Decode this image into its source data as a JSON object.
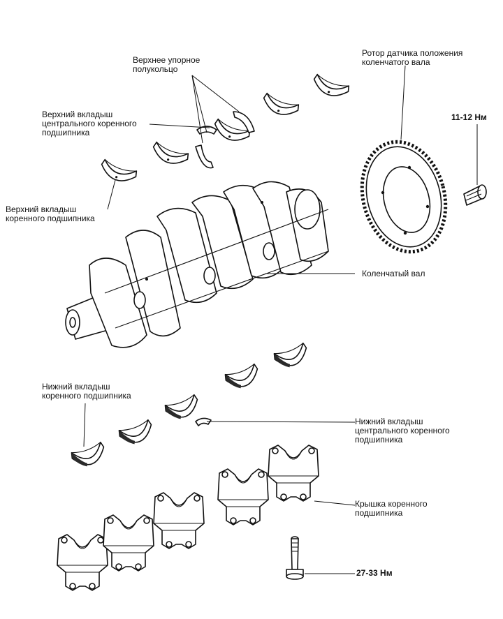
{
  "labels": {
    "upper_thrust_half_ring": "Верхнее упорное\nполукольцо",
    "crank_sensor_rotor": "Ротор датчика положения\nколенчатого вала",
    "upper_center_bearing_shell": "Верхний вкладыш\nцентрального коренного\nподшипника",
    "torque_bolt_rotor": "11-12 Нм",
    "upper_main_bearing_shell": "Верхний вкладыш\nкоренного подшипника",
    "crankshaft": "Коленчатый вал",
    "lower_main_bearing_shell": "Нижний вкладыш\nкоренного подшипника",
    "lower_center_bearing_shell": "Нижний вкладыш\nцентрального коренного\nподшипника",
    "main_bearing_cap": "Крышка коренного\nподшипника",
    "torque_cap_bolt": "27-33 Нм"
  }
}
